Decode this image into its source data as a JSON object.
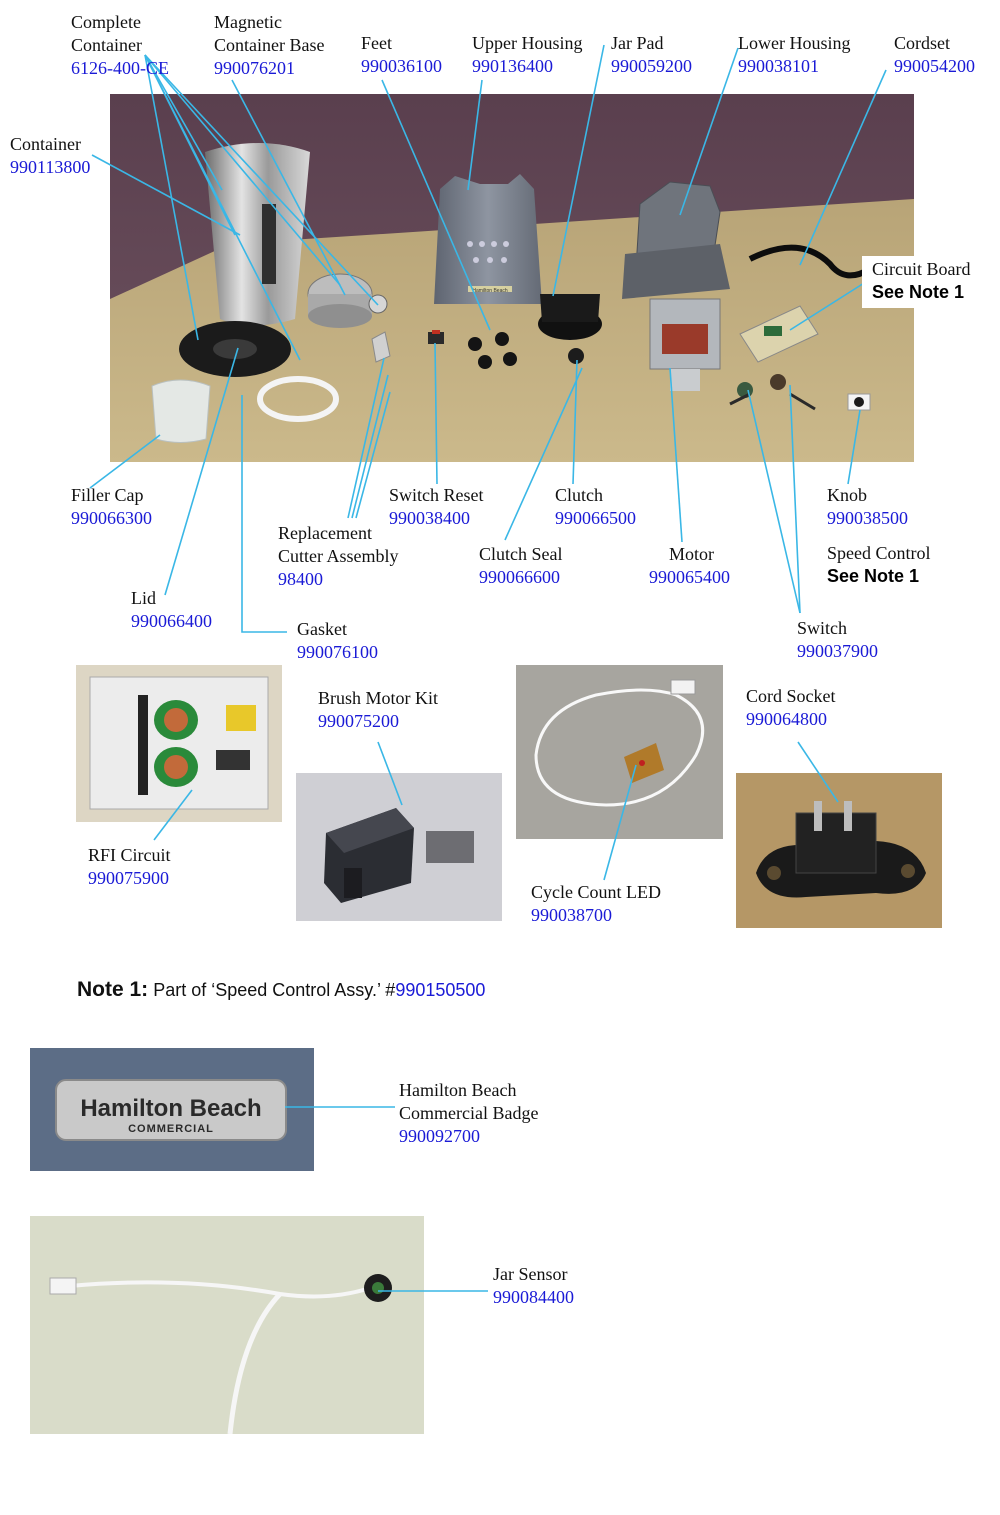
{
  "callouts": {
    "complete_container": {
      "name_lines": [
        "Complete",
        "Container"
      ],
      "part": "6126-400-CE"
    },
    "magnetic_container_base": {
      "name_lines": [
        "Magnetic",
        "Container Base"
      ],
      "part": "990076201"
    },
    "feet": {
      "name": "Feet",
      "part": "990036100"
    },
    "upper_housing": {
      "name": "Upper Housing",
      "part": "990136400"
    },
    "jar_pad": {
      "name": "Jar Pad",
      "part": "990059200"
    },
    "lower_housing": {
      "name": "Lower Housing",
      "part": "990038101"
    },
    "cordset": {
      "name": "Cordset",
      "part": "990054200"
    },
    "container": {
      "name": "Container",
      "part": "990113800"
    },
    "circuit_board": {
      "name": "Circuit Board",
      "note": "See Note 1"
    },
    "filler_cap": {
      "name": "Filler Cap",
      "part": "990066300"
    },
    "switch_reset": {
      "name": "Switch Reset",
      "part": "990038400"
    },
    "clutch": {
      "name": "Clutch",
      "part": "990066500"
    },
    "knob": {
      "name": "Knob",
      "part": "990038500"
    },
    "replacement_cutter": {
      "name_lines": [
        "Replacement",
        "Cutter Assembly"
      ],
      "part": "98400"
    },
    "clutch_seal": {
      "name": "Clutch Seal",
      "part": "990066600"
    },
    "motor": {
      "name": "Motor",
      "part": "990065400"
    },
    "speed_control": {
      "name": "Speed Control",
      "note": "See Note 1"
    },
    "lid": {
      "name": "Lid",
      "part": "990066400"
    },
    "gasket": {
      "name": "Gasket",
      "part": "990076100"
    },
    "switch": {
      "name": "Switch",
      "part": "990037900"
    },
    "brush_motor_kit": {
      "name": "Brush Motor Kit",
      "part": "990075200"
    },
    "cord_socket": {
      "name": "Cord Socket",
      "part": "990064800"
    },
    "rfi_circuit": {
      "name": "RFI Circuit",
      "part": "990075900"
    },
    "cycle_count_led": {
      "name": "Cycle Count LED",
      "part": "990038700"
    },
    "badge": {
      "name_lines": [
        "Hamilton Beach",
        "Commercial Badge"
      ],
      "part": "990092700"
    },
    "jar_sensor": {
      "name": "Jar Sensor",
      "part": "990084400"
    }
  },
  "note1": {
    "label": "Note 1:",
    "text": " Part of  ‘Speed Control Assy.’ #",
    "part": "990150500"
  },
  "badge_art": {
    "brand": "Hamilton Beach",
    "sub": "COMMERCIAL"
  },
  "unit_brand": "Hamilton Beach",
  "colors": {
    "leader": "#3ab7e6",
    "part_number": "#1a1ad6"
  }
}
